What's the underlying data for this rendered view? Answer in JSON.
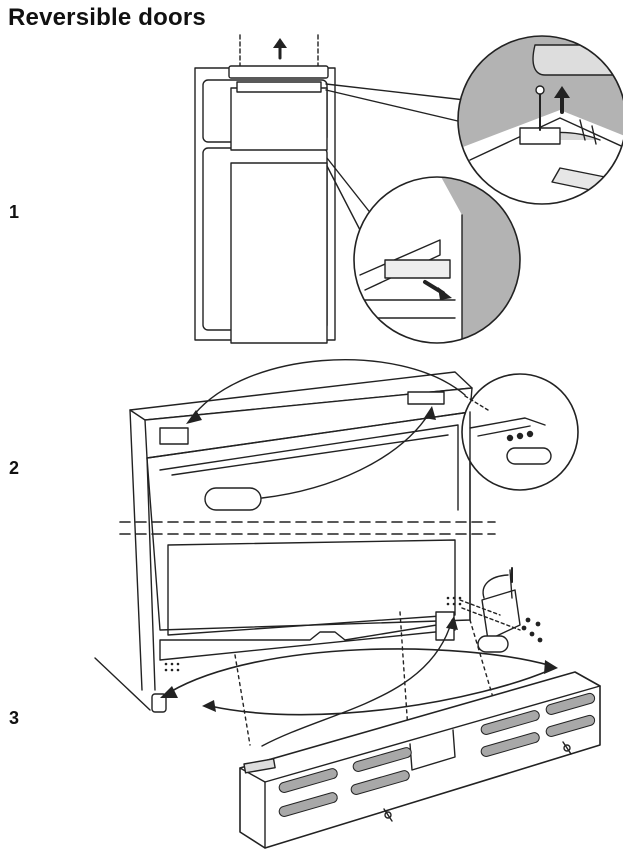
{
  "page": {
    "title": "Reversible doors"
  },
  "steps": [
    {
      "number": "1"
    },
    {
      "number": "2"
    },
    {
      "number": "3"
    }
  ],
  "colors": {
    "line": "#222222",
    "shade": "#a8a8a8",
    "light_shade": "#d9d9d9"
  },
  "icons": [
    "arrow-up-icon",
    "arrow-down-right-icon",
    "screw-icon",
    "curved-arrow-icon"
  ]
}
